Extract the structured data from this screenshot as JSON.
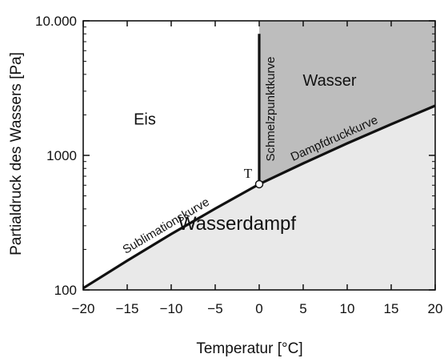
{
  "chart_data": {
    "type": "area",
    "xlabel": "Temperatur [°C]",
    "ylabel": "Partialdruck des Wassers [Pa]",
    "xlim": [
      -20,
      20
    ],
    "ylim": [
      100,
      10000
    ],
    "yscale": "log",
    "grid": false,
    "x_ticks": [
      -20,
      -15,
      -10,
      -5,
      0,
      5,
      10,
      15,
      20
    ],
    "x_tick_labels": [
      "−20",
      "−15",
      "−10",
      "−5",
      "0",
      "5",
      "10",
      "15",
      "20"
    ],
    "y_ticks": [
      100,
      1000,
      10000
    ],
    "y_tick_labels": [
      "100",
      "1000",
      "10.000"
    ],
    "series": [
      {
        "name": "Sublimationskurve",
        "x": [
          -20,
          -15,
          -10,
          -5,
          0
        ],
        "y": [
          103,
          165,
          260,
          402,
          611
        ]
      },
      {
        "name": "Dampfdruckkurve",
        "x": [
          0,
          5,
          10,
          15,
          20
        ],
        "y": [
          611,
          872,
          1228,
          1705,
          2339
        ]
      },
      {
        "name": "Schmelzpunktkurve",
        "x": [
          0,
          0
        ],
        "y": [
          611,
          8000
        ]
      }
    ],
    "regions": [
      {
        "label": "Eis",
        "x": -13,
        "y": 1700,
        "fill": "#ffffff"
      },
      {
        "label": "Wasser",
        "x": 8,
        "y": 3300,
        "fill": "#bdbdbd"
      },
      {
        "label": "Wasserdampf",
        "x": -2.5,
        "y": 280,
        "fill": "#e9e9e9"
      }
    ],
    "triple_point": {
      "label": "T",
      "x": 0,
      "y": 611
    },
    "colors": {
      "water_region": "#bdbdbd",
      "vapor_region": "#e9e9e9",
      "ice_region": "#ffffff",
      "curve": "#111111"
    }
  }
}
